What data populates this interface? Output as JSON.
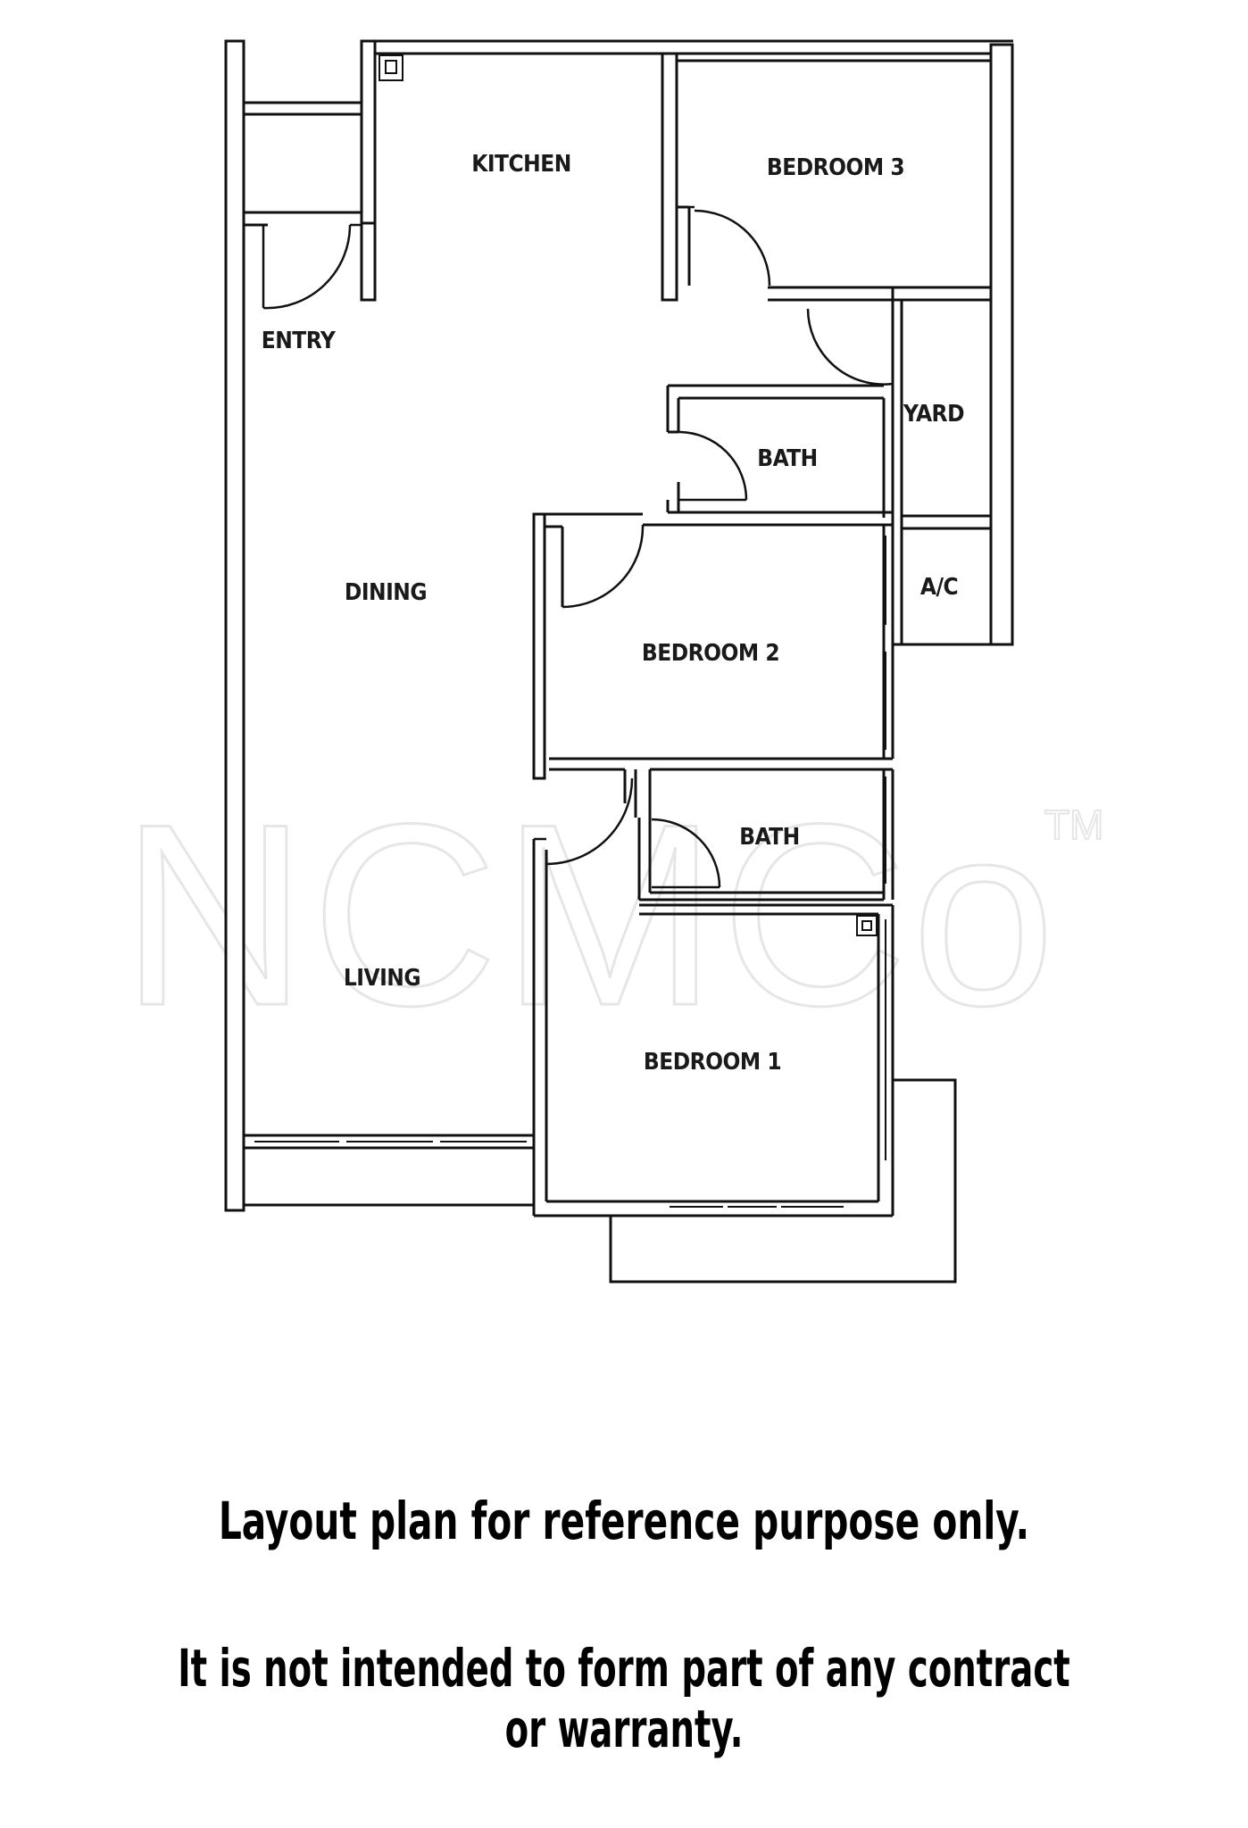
{
  "rooms": {
    "kitchen": "KITCHEN",
    "bedroom3": "BEDROOM 3",
    "entry": "ENTRY",
    "yard": "YARD",
    "bath_upper": "BATH",
    "dining": "DINING",
    "ac": "A/C",
    "bedroom2": "BEDROOM 2",
    "bath_lower": "BATH",
    "living": "LIVING",
    "bedroom1": "BEDROOM 1"
  },
  "watermark": {
    "text": "NCMCo",
    "trademark": "TM"
  },
  "disclaimer": {
    "line1": "Layout plan for reference purpose only.",
    "line2": "It is not intended to form part of any contract or warranty."
  }
}
